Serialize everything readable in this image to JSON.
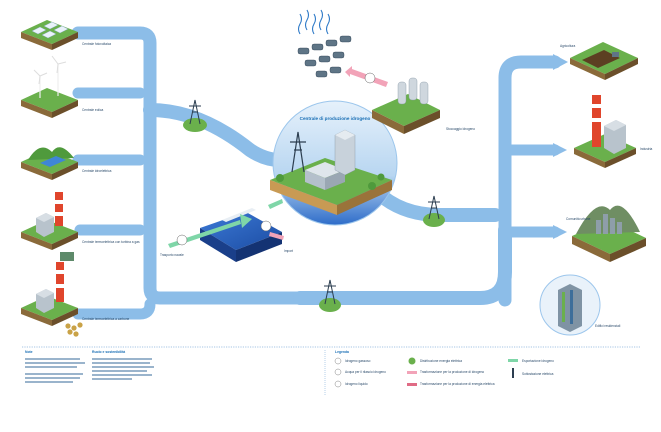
{
  "title": "Centrale di produzione idrogeno",
  "sources": {
    "solar": "Centrale fotovoltaica",
    "wind": "Centrale eolica",
    "hydro": "Centrale idroelettrica",
    "thermal": "Centrale termoelettrica con turbina a gas",
    "nuclear": "Centrale termoelettrica a carbone"
  },
  "plants": {
    "storage": "Stoccaggio idrogeno",
    "ship": "Trasporto navale",
    "import": "Import"
  },
  "destinations": {
    "agri": "Agricoltura",
    "industry": "Industria",
    "city": "Comunità urbane",
    "tower": "Edifici residenziali"
  },
  "legend": {
    "heading": "Legenda",
    "items": [
      "Idrogeno gassoso",
      "Acqua per il rilascio idrogeno",
      "Idrogeno liquido",
      "Distribuzione energia elettrica",
      "Trasformazione per la produzione di idrogeno",
      "Trasformazione per la produzione di energia elettrica",
      "Esportazione idrogeno",
      "Sottostazione elettrica"
    ]
  },
  "notes": {
    "heading": "Note",
    "subheading": "Ruolo e sostenibilità"
  },
  "colors": {
    "pipe": "#8cbde8",
    "grass": "#6ab04c",
    "soil": "#8a6a3a",
    "water": "#1f5fb8",
    "accent_pink": "#f2a3b8",
    "accent_green": "#7fd6a8",
    "title_blue": "#1a6fb5"
  }
}
